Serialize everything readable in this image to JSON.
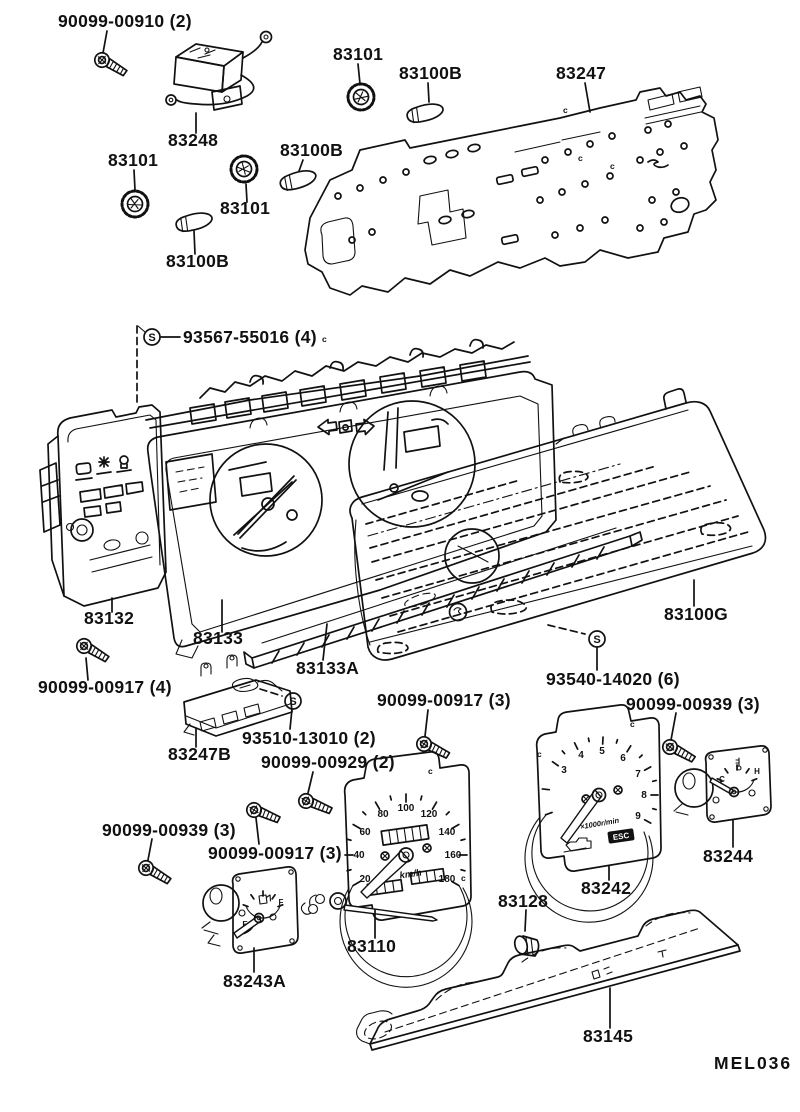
{
  "sheet": {
    "code": "MEL036",
    "background": "#ffffff",
    "ink": "#111111"
  },
  "symbols": {
    "screw_fastener": "S",
    "ref_mark": "c"
  },
  "part_labels": [
    {
      "text": "90099-00910 (2)"
    },
    {
      "text": "83101"
    },
    {
      "text": "83100B"
    },
    {
      "text": "83247"
    },
    {
      "text": "83248"
    },
    {
      "text": "83101"
    },
    {
      "text": "83100B"
    },
    {
      "text": "83101"
    },
    {
      "text": "83100B"
    },
    {
      "text": "93567-55016 (4)"
    },
    {
      "text": "83132"
    },
    {
      "text": "83133"
    },
    {
      "text": "83133A"
    },
    {
      "text": "90099-00917 (4)"
    },
    {
      "text": "83247B"
    },
    {
      "text": "93510-13010 (2)"
    },
    {
      "text": "90099-00929 (2)"
    },
    {
      "text": "90099-00917 (3)"
    },
    {
      "text": "93540-14020 (6)"
    },
    {
      "text": "83100G"
    },
    {
      "text": "90099-00939 (3)"
    },
    {
      "text": "90099-00939 (3)"
    },
    {
      "text": "90099-00917 (3)"
    },
    {
      "text": "83242"
    },
    {
      "text": "83244"
    },
    {
      "text": "83128"
    },
    {
      "text": "83110"
    },
    {
      "text": "83243A"
    },
    {
      "text": "83145"
    }
  ],
  "speedometer": {
    "numbers": [
      "20",
      "40",
      "60",
      "80",
      "100",
      "120",
      "140",
      "160",
      "180"
    ],
    "unit": "km/h"
  },
  "tachometer": {
    "numbers": [
      "3",
      "4",
      "5",
      "6",
      "7",
      "8",
      "9"
    ],
    "unit": "×1000r/min",
    "badge": "ESC"
  },
  "temp_gauge": {
    "cold": "C",
    "hot": "H"
  },
  "fuel_gauge": {
    "empty": "E",
    "full": "F"
  }
}
